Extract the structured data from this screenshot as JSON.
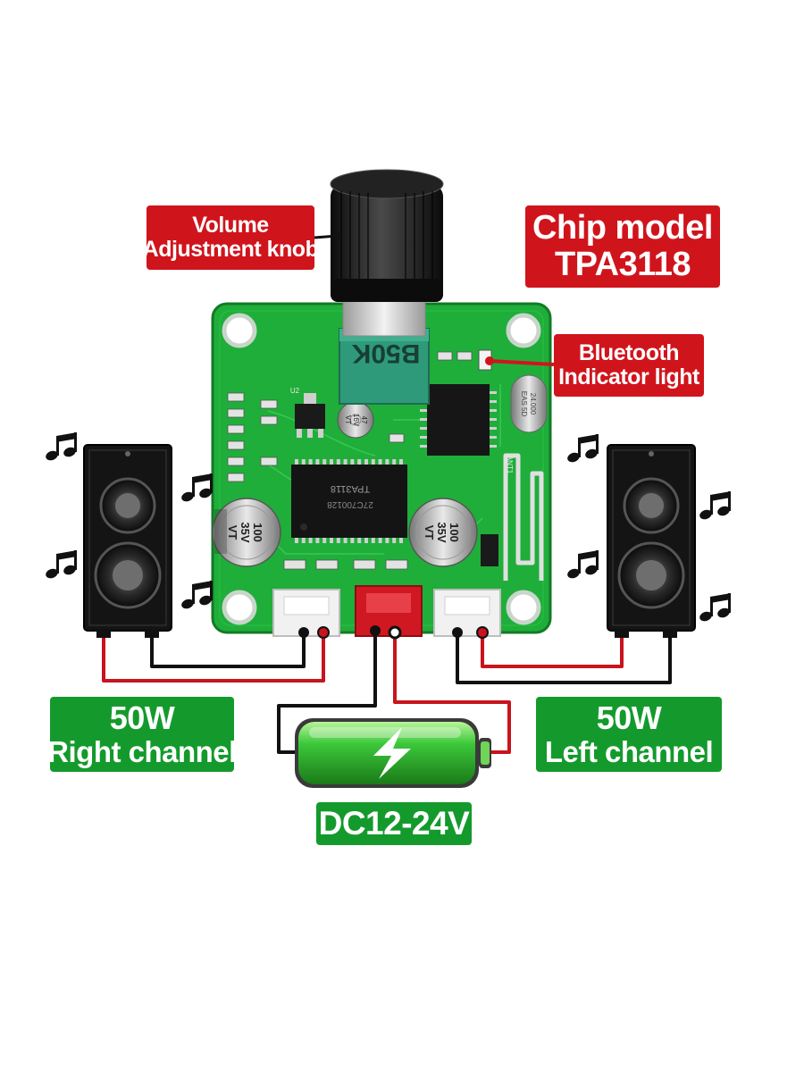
{
  "labels": {
    "volume_knob": {
      "line1": "Volume",
      "line2": "Adjustment knob"
    },
    "chip_model": {
      "line1": "Chip model",
      "line2": "TPA3118"
    },
    "bluetooth_light": {
      "line1": "Bluetooth",
      "line2": "Indicator light"
    },
    "right_channel": {
      "power": "50W",
      "name": "Right channel"
    },
    "left_channel": {
      "power": "50W",
      "name": "Left channel"
    },
    "power_supply": {
      "voltage": "DC12-24V"
    }
  },
  "board_markings": {
    "potentiometer": "B50K",
    "chip_top": "TPA3118",
    "chip_code": "27C700128",
    "cap_left": [
      "100",
      "35V",
      "VT"
    ],
    "cap_right": [
      "100",
      "35V",
      "VT"
    ],
    "cap_small": [
      "47",
      "16V",
      "VT"
    ],
    "crystal": [
      "24.000",
      "EAS 5D"
    ],
    "antenna": "ANT1",
    "regulator": "U2"
  },
  "colors": {
    "label_red": "#d0141c",
    "label_green": "#149a2c",
    "pcb_green": "#1fae3a",
    "wire_red": "#c8141c",
    "wire_black": "#111111",
    "battery_green": "#38c83a"
  },
  "icons": {
    "speaker": "speaker-icon",
    "note": "music-note-icon",
    "battery": "battery-icon",
    "lightning": "lightning-icon"
  }
}
